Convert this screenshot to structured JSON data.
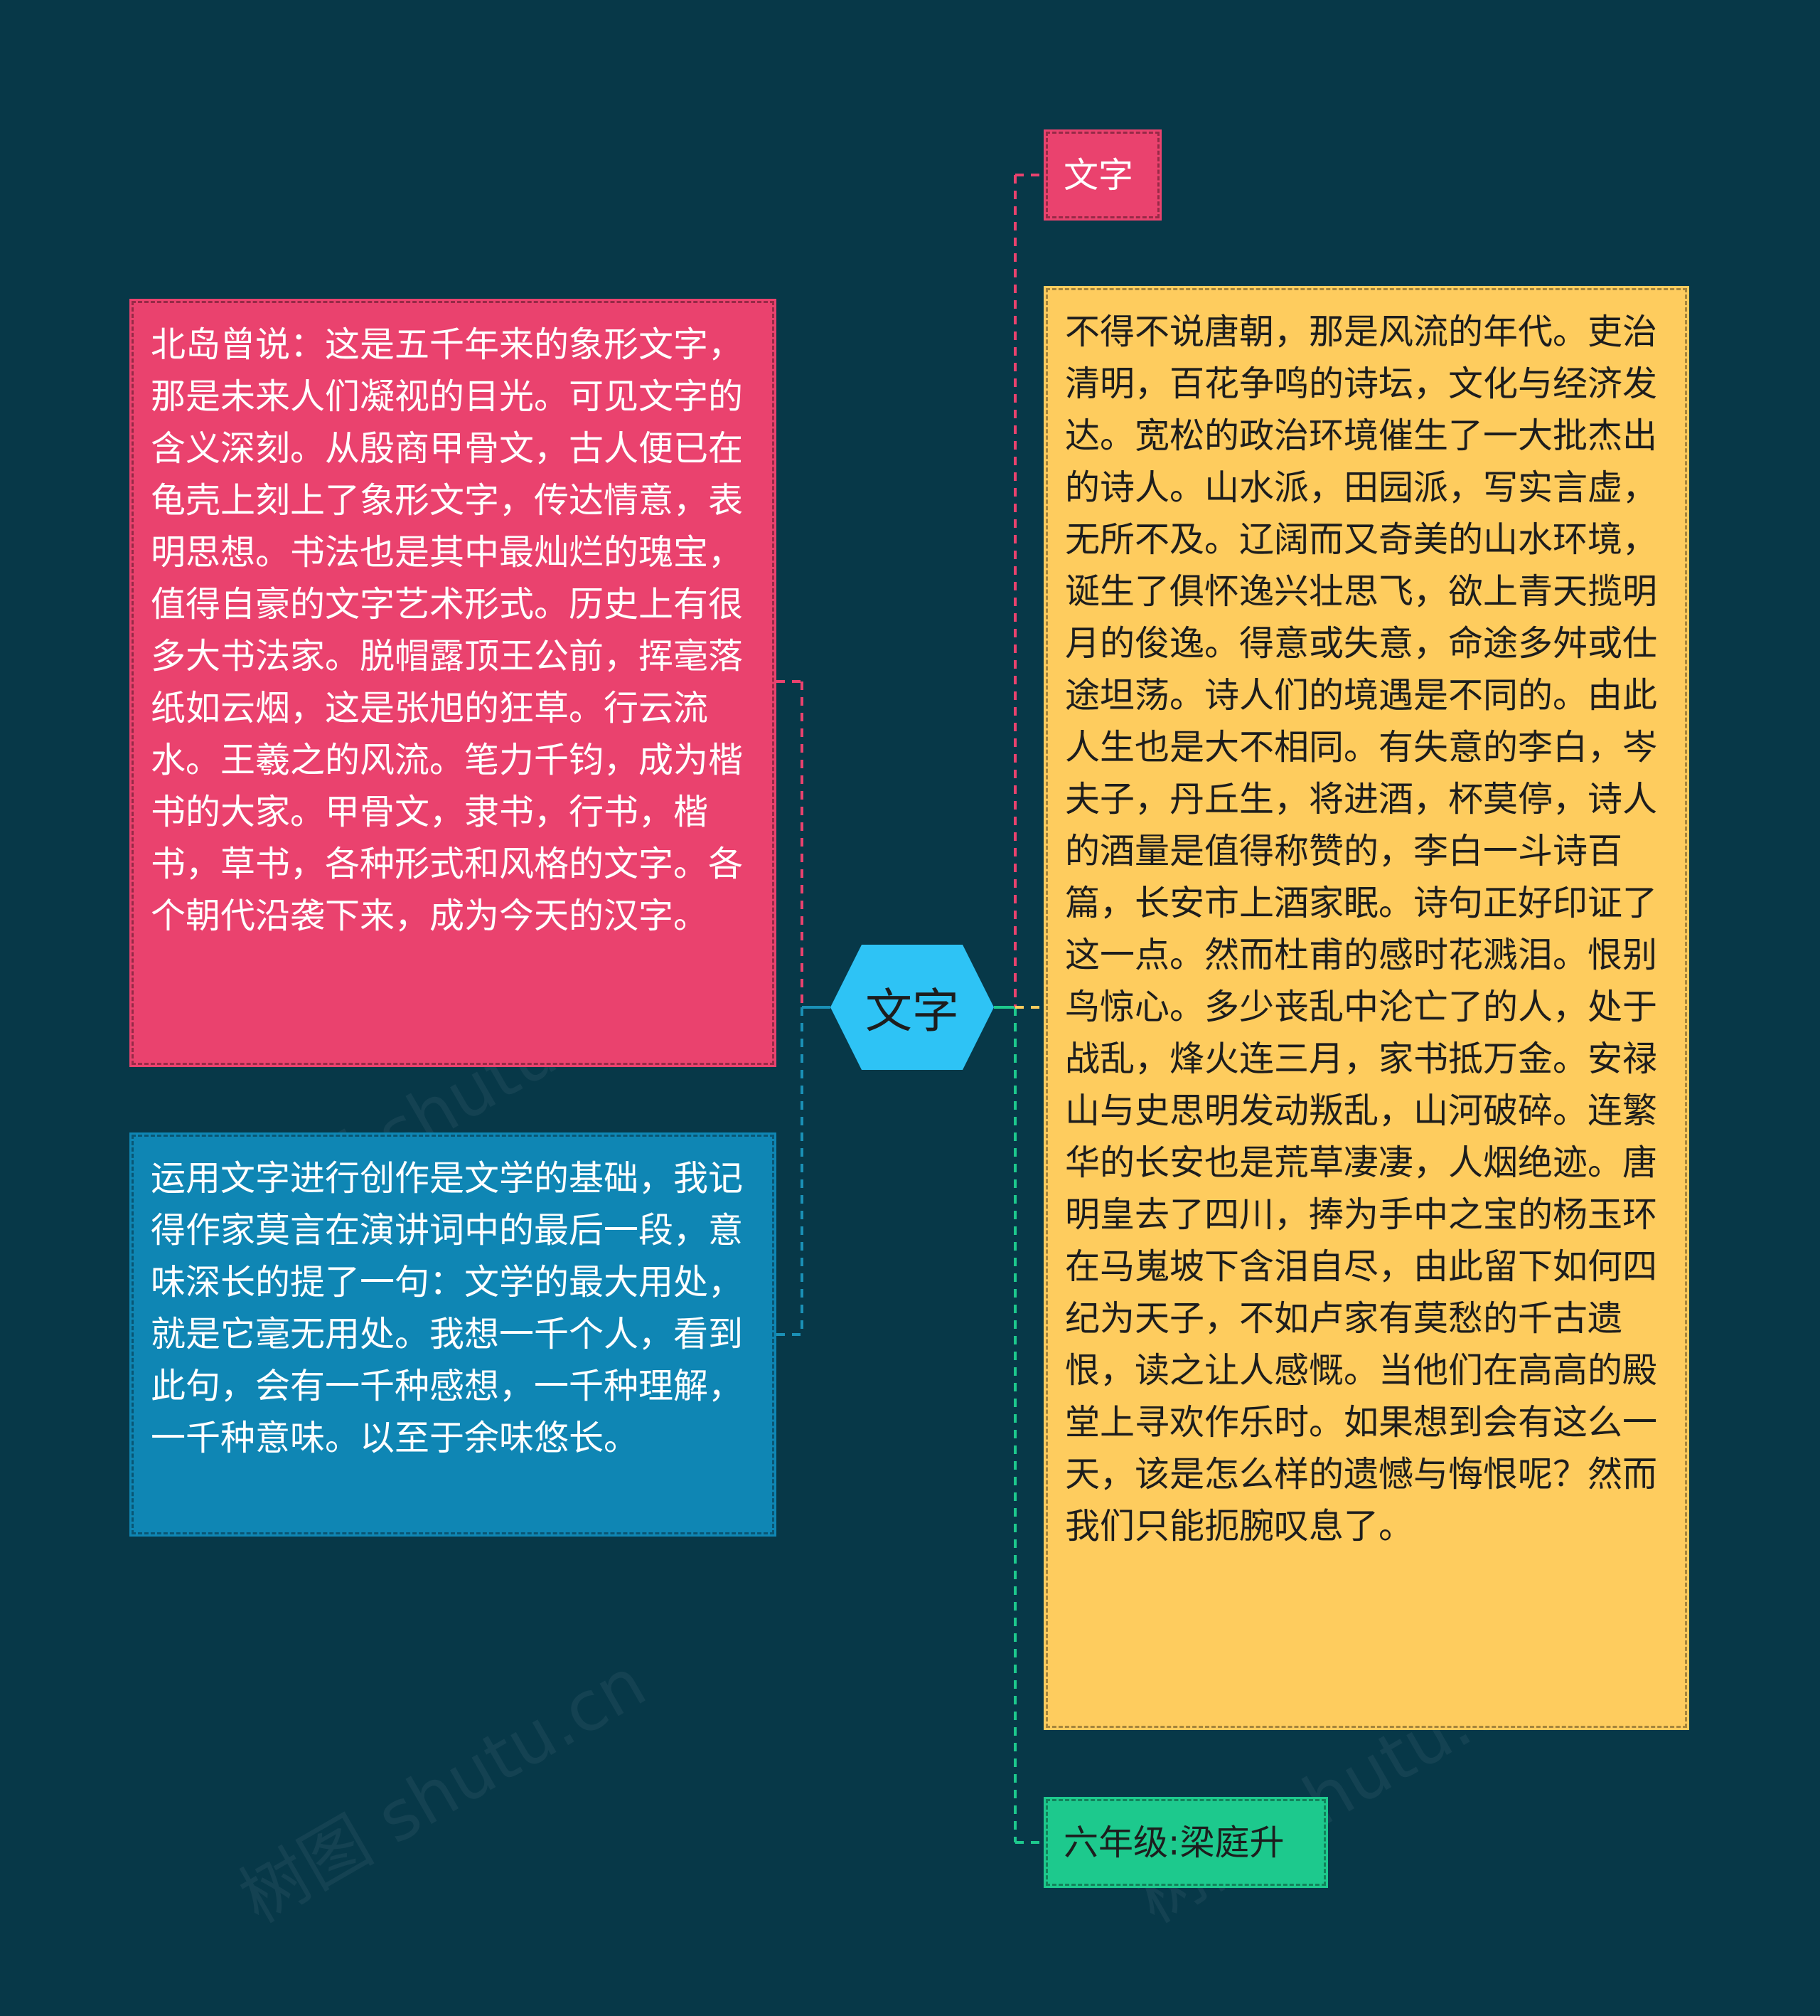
{
  "center": {
    "label": "文字"
  },
  "left_nodes": [
    {
      "text": "北岛曾说：这是五千年来的象形文字，那是未来人们凝视的目光。可见文字的含义深刻。从殷商甲骨文，古人便已在龟壳上刻上了象形文字，传达情意，表明思想。书法也是其中最灿烂的瑰宝，值得自豪的文字艺术形式。历史上有很多大书法家。脱帽露顶王公前，挥毫落纸如云烟，这是张旭的狂草。行云流水。王羲之的风流。笔力千钧，成为楷书的大家。甲骨文，隶书，行书，楷书，草书，各种形式和风格的文字。各个朝代沿袭下来，成为今天的汉字。",
      "color": "#ea426e"
    },
    {
      "text": "运用文字进行创作是文学的基础，我记得作家莫言在演讲词中的最后一段，意味深长的提了一句：文学的最大用处，就是它毫无用处。我想一千个人，看到此句，会有一千种感想，一千种理解，一千种意味。以至于余味悠长。",
      "color": "#0f86b4"
    }
  ],
  "right_nodes": [
    {
      "text": "文字",
      "color": "#ea426e"
    },
    {
      "text": "不得不说唐朝，那是风流的年代。吏治清明，百花争鸣的诗坛，文化与经济发达。宽松的政治环境催生了一大批杰出的诗人。山水派，田园派，写实言虚，无所不及。辽阔而又奇美的山水环境，诞生了俱怀逸兴壮思飞，欲上青天揽明月的俊逸。得意或失意，命途多舛或仕途坦荡。诗人们的境遇是不同的。由此人生也是大不相同。有失意的李白，岑夫子，丹丘生，将进酒，杯莫停，诗人的酒量是值得称赞的，李白一斗诗百篇，长安市上酒家眠。诗句正好印证了这一点。然而杜甫的感时花溅泪。恨别鸟惊心。多少丧乱中沦亡了的人，处于战乱，烽火连三月，家书抵万金。安禄山与史思明发动叛乱，山河破碎。连繁华的长安也是荒草凄凄，人烟绝迹。唐明皇去了四川，捧为手中之宝的杨玉环在马嵬坡下含泪自尽，由此留下如何四纪为天子，不如卢家有莫愁的千古遗恨，读之让人感慨。当他们在高高的殿堂上寻欢作乐时。如果想到会有这么一天，该是怎么样的遗憾与悔恨呢？然而我们只能扼腕叹息了。",
      "color": "#fecc5e"
    },
    {
      "text": "六年级:梁庭升",
      "color": "#1dc98d"
    }
  ],
  "colors": {
    "background": "#073848",
    "center": "#2ec3f5"
  },
  "watermark": "树图 shutu.cn"
}
